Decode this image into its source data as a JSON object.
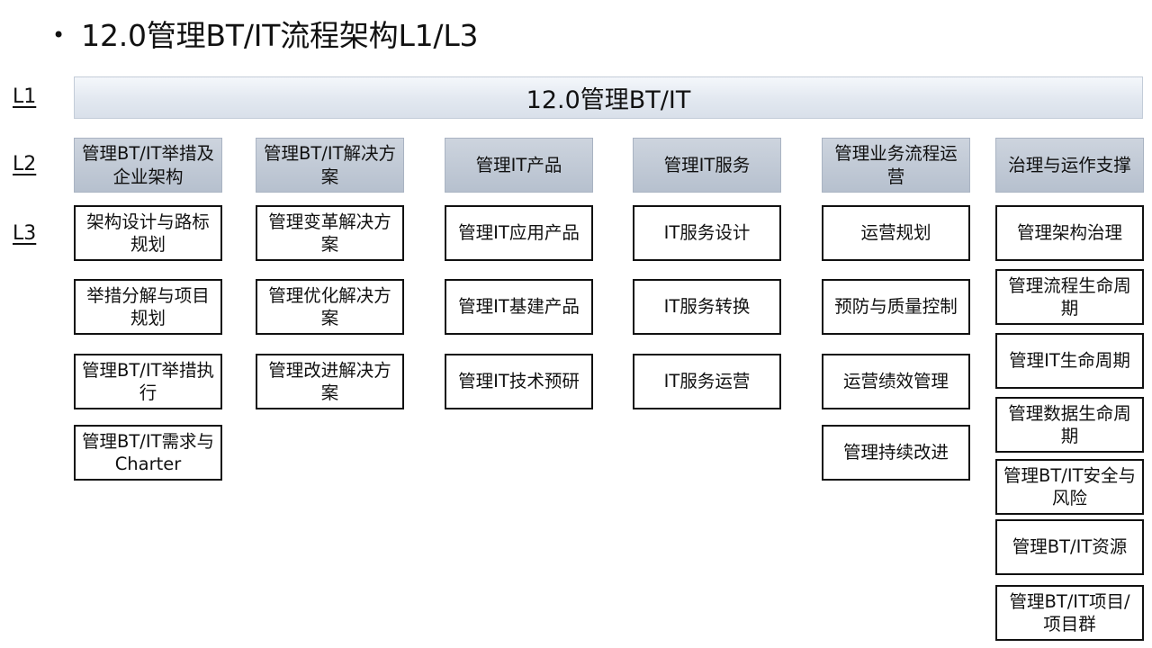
{
  "title": {
    "bullet": "•",
    "text": "12.0管理BT/IT流程架构L1/L3"
  },
  "levels": {
    "l1": "L1",
    "l2": "L2",
    "l3": "L3"
  },
  "l1_bar": "12.0管理BT/IT",
  "columns": [
    {
      "l2": "管理BT/IT举措及企业架构",
      "l3": [
        "架构设计与路标规划",
        "举措分解与项目规划",
        "管理BT/IT举措执行",
        "管理BT/IT需求与Charter"
      ]
    },
    {
      "l2": "管理BT/IT解决方案",
      "l3": [
        "管理变革解决方案",
        "管理优化解决方案",
        "管理改进解决方案"
      ]
    },
    {
      "l2": "管理IT产品",
      "l3": [
        "管理IT应用产品",
        "管理IT基建产品",
        "管理IT技术预研"
      ]
    },
    {
      "l2": "管理IT服务",
      "l3": [
        "IT服务设计",
        "IT服务转换",
        "IT服务运营"
      ]
    },
    {
      "l2": "管理业务流程运营",
      "l3": [
        "运营规划",
        "预防与质量控制",
        "运营绩效管理",
        "管理持续改进"
      ]
    },
    {
      "l2": "治理与运作支撑",
      "l3": [
        "管理架构治理",
        "管理流程生命周期",
        "管理IT生命周期",
        "管理数据生命周期",
        "管理BT/IT安全与风险",
        "管理BT/IT资源",
        "管理BT/IT项目/项目群"
      ]
    }
  ]
}
